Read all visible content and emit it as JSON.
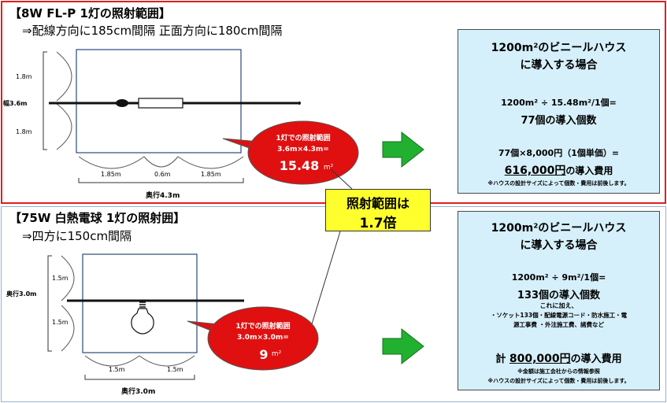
{
  "top": {
    "title": "【8W FL-P  1灯の照射範囲】",
    "subtitle": "⇒配線方向に185cm間隔   正面方向に180cm間隔",
    "dims": {
      "left_upper": "1.8m",
      "left_lower": "1.8m",
      "width": "幅3.6m",
      "seg1": "1.85m",
      "seg2": "0.6m",
      "seg3": "1.85m",
      "depth": "奥行4.3m"
    },
    "bubble": {
      "line1": "1灯での照射範囲",
      "line2": "3.6m×4.3m=",
      "value": "15.48",
      "unit": "m²"
    },
    "info": {
      "line1": "1200m²のビニールハウス",
      "line2": "に導入する場合",
      "line3": "1200m² ÷ 15.48m²/1個=",
      "line4": "77個の導入個数",
      "line5": "77個×8,000円（1個単価）=",
      "cost_value": "616,000円",
      "cost_suffix": "の導入費用",
      "note": "※ハウスの設計サイズによって個数・費用は前後します。"
    }
  },
  "bottom": {
    "title": "【75W 白熱電球  1灯の照射囲】",
    "subtitle": "⇒四方に150cm間隔",
    "dims": {
      "left_upper": "1.5m",
      "left_lower": "1.5m",
      "width": "奥行3.0m",
      "seg1": "1.5m",
      "seg2": "1.5m",
      "depth": "奥行3.0m"
    },
    "bubble": {
      "line1": "1灯での照射範囲",
      "line2": "3.0m×3.0m=",
      "value": "9",
      "unit": "m²"
    },
    "info": {
      "line1": "1200m²のビニールハウス",
      "line2": "に導入する場合",
      "line3": "1200m² ÷ 9m²/1個=",
      "line4": "133個の導入個数",
      "line5": "これに加え、",
      "line6": "・ソケット133個・配線電源コード・防水施工・電",
      "line7": "源工事費   ・外注施工費、諸費など",
      "cost_prefix": "計",
      "cost_value": "800,000円",
      "cost_suffix": "の導入費用",
      "note1": "※金額は施工会社からの情報参照",
      "note2": "※ハウスの設計サイズによって個数・費用は前後します。"
    }
  },
  "callout": {
    "line1": "照射範囲は",
    "line2": "1.7倍"
  },
  "colors": {
    "frame_red": "#e02020",
    "info_bg": "#d6f0fb",
    "arrow_green": "#22b030",
    "bubble_red": "#e01010",
    "callout_yellow": "#ffff2e"
  }
}
